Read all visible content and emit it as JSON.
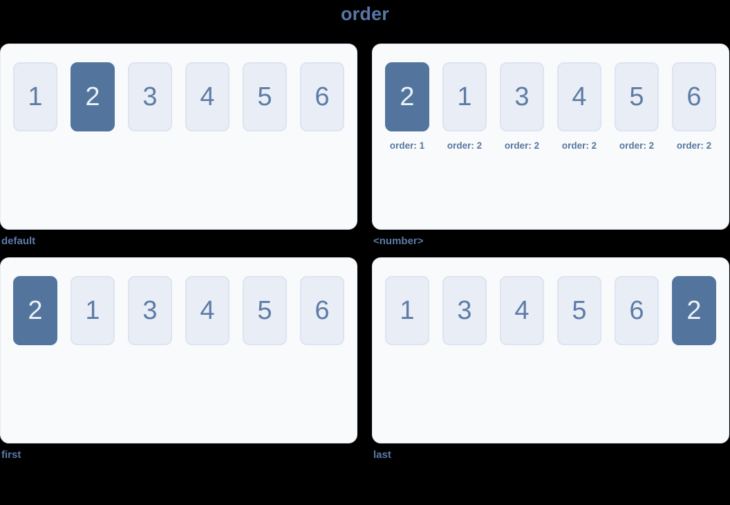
{
  "title": "order",
  "colors": {
    "background": "#000000",
    "title_text": "#5777a8",
    "label_text": "#5b7ba8",
    "item_text": "#5d7ca6",
    "item_bg": "#e9edf6",
    "item_border": "#dde4f0",
    "highlight_bg": "#53759d",
    "highlight_text": "#edf2f8",
    "panel_bg": "#f8fafc",
    "panel_border": "#e5eaf2",
    "caption_text": "#56779f"
  },
  "examples": [
    {
      "id": "default",
      "label": "default",
      "items": [
        {
          "value": "1",
          "highlight": false
        },
        {
          "value": "2",
          "highlight": true
        },
        {
          "value": "3",
          "highlight": false
        },
        {
          "value": "4",
          "highlight": false
        },
        {
          "value": "5",
          "highlight": false
        },
        {
          "value": "6",
          "highlight": false
        }
      ]
    },
    {
      "id": "number",
      "label": "<number>",
      "items": [
        {
          "value": "2",
          "highlight": true,
          "caption": "order: 1"
        },
        {
          "value": "1",
          "highlight": false,
          "caption": "order: 2"
        },
        {
          "value": "3",
          "highlight": false,
          "caption": "order: 2"
        },
        {
          "value": "4",
          "highlight": false,
          "caption": "order: 2"
        },
        {
          "value": "5",
          "highlight": false,
          "caption": "order: 2"
        },
        {
          "value": "6",
          "highlight": false,
          "caption": "order: 2"
        }
      ]
    },
    {
      "id": "first",
      "label": "first",
      "items": [
        {
          "value": "2",
          "highlight": true
        },
        {
          "value": "1",
          "highlight": false
        },
        {
          "value": "3",
          "highlight": false
        },
        {
          "value": "4",
          "highlight": false
        },
        {
          "value": "5",
          "highlight": false
        },
        {
          "value": "6",
          "highlight": false
        }
      ]
    },
    {
      "id": "last",
      "label": "last",
      "items": [
        {
          "value": "1",
          "highlight": false
        },
        {
          "value": "3",
          "highlight": false
        },
        {
          "value": "4",
          "highlight": false
        },
        {
          "value": "5",
          "highlight": false
        },
        {
          "value": "6",
          "highlight": false
        },
        {
          "value": "2",
          "highlight": true
        }
      ]
    }
  ]
}
